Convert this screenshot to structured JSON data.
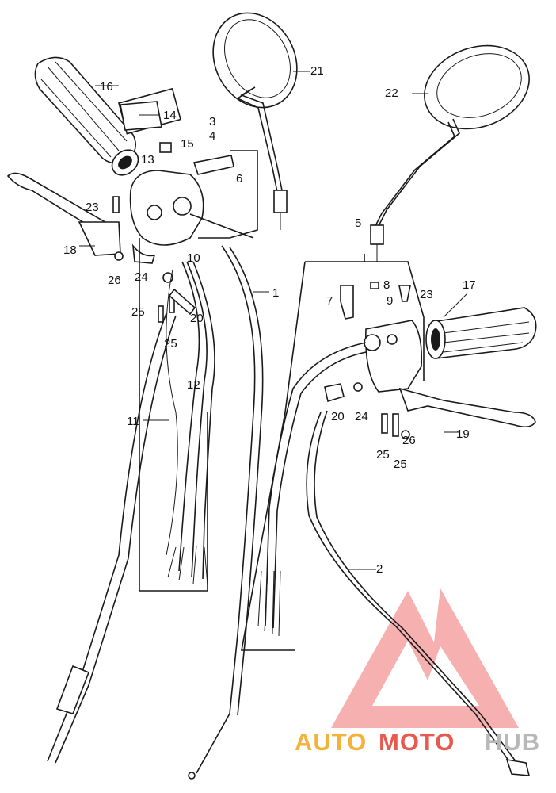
{
  "colors": {
    "ink": "#1a1a1a",
    "background": "#ffffff",
    "watermark_triangle": "#f07070",
    "watermark_auto": "#f4b23c",
    "watermark_moto": "#e85a4f",
    "watermark_hub": "#b8b8b8"
  },
  "callouts": {
    "c1": "1",
    "c2": "2",
    "c3": "3",
    "c4": "4",
    "c5": "5",
    "c6": "6",
    "c7": "7",
    "c8": "8",
    "c9": "9",
    "c10": "10",
    "c11": "11",
    "c12": "12",
    "c13": "13",
    "c14": "14",
    "c15": "15",
    "c16": "16",
    "c17": "17",
    "c18": "18",
    "c19": "19",
    "c20a": "20",
    "c20b": "20",
    "c21": "21",
    "c22": "22",
    "c23a": "23",
    "c23b": "23",
    "c24a": "24",
    "c24b": "24",
    "c25a": "25",
    "c25b": "25",
    "c25c": "25",
    "c25d": "25",
    "c26a": "26",
    "c26b": "26"
  },
  "watermark": {
    "auto": "AUTO",
    "moto": "MOTO",
    "hub": "HUB"
  }
}
